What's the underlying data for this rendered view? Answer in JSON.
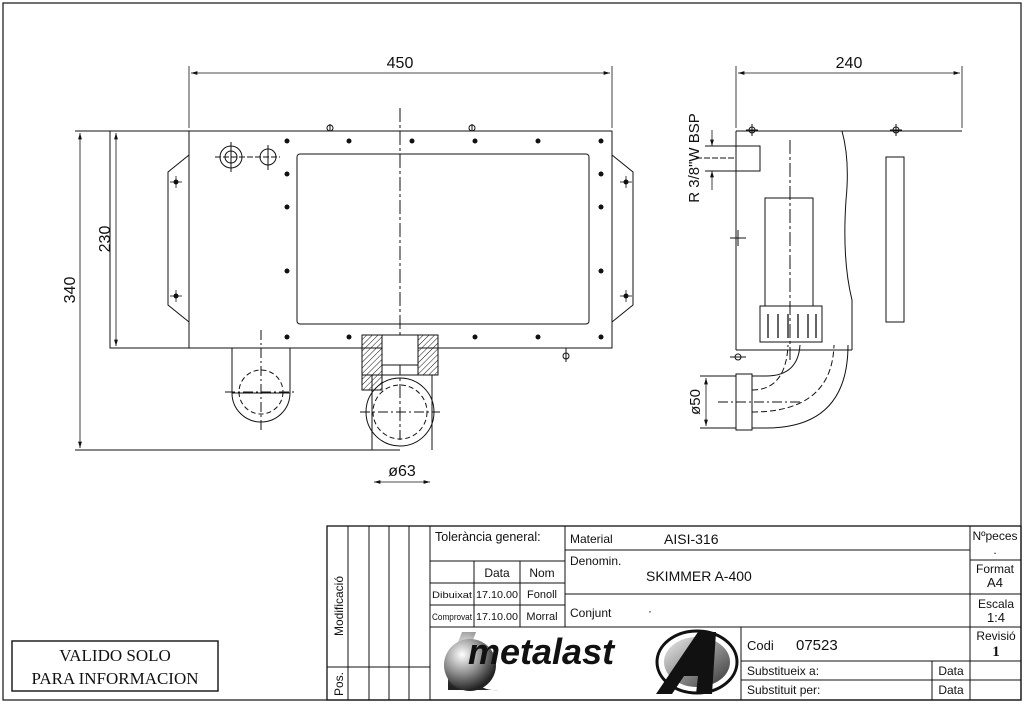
{
  "drawing": {
    "front_view": {
      "dim_width": "450",
      "dim_height_inner": "230",
      "dim_height_total": "340",
      "dim_outlet": "ø63"
    },
    "side_view": {
      "dim_depth": "240",
      "dim_thread": "R 3/8\"W BSP",
      "dim_pipe": "ø50"
    }
  },
  "stamp": {
    "line1": "VALIDO SOLO",
    "line2": "PARA INFORMACION"
  },
  "title_block": {
    "modificacio_label": "Modificació",
    "pos_label": "Pos.",
    "tolerancia_label": "Tolerància general:",
    "data_header": "Data",
    "nom_header": "Nom",
    "dibuixat_label": "Dibuixat",
    "dibuixat_date": "17.10.00",
    "dibuixat_name": "Fonoll",
    "comprovat_label": "Comprovat",
    "comprovat_date": "17.10.00",
    "comprovat_name": "Morral",
    "material_label": "Material",
    "material_value": "AISI-316",
    "denomin_label": "Denomin.",
    "denomin_value": "SKIMMER A-400",
    "conjunt_label": "Conjunt",
    "conjunt_value": "·",
    "npeces_label": "Nºpeces",
    "npeces_value": ".",
    "format_label": "Format",
    "format_value": "A4",
    "escala_label": "Escala",
    "escala_value": "1:4",
    "revisio_label": "Revisió",
    "revisio_value": "1",
    "codi_label": "Codi",
    "codi_value": "07523",
    "substitueix_label": "Substitueix a:",
    "substituit_label": "Substituit per:",
    "data_label_1": "Data",
    "data_label_2": "Data",
    "logo_text": "metalast"
  }
}
